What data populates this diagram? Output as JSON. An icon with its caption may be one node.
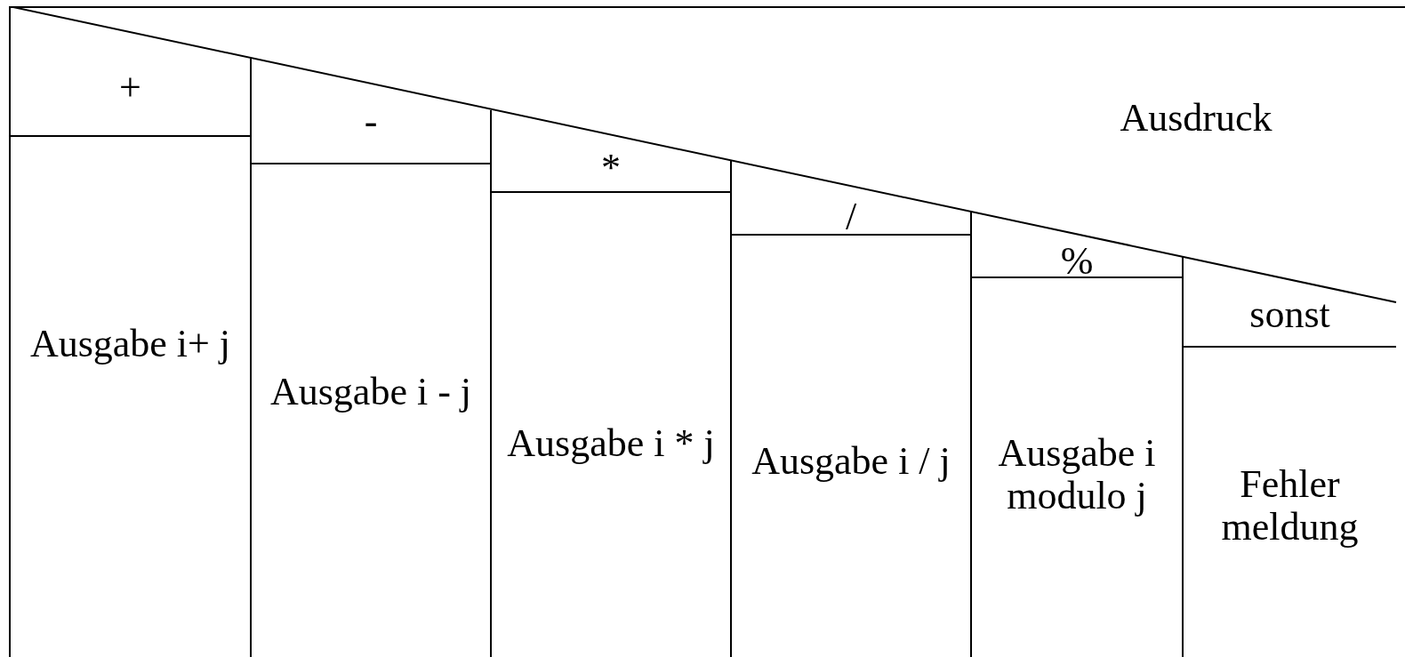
{
  "diagram": {
    "nodes": [
      {
        "text": [
          "Ausdruck"
        ]
      },
      {
        "text": [
          "+",
          "Ausgabe i+ j"
        ],
        "in": 0
      },
      {
        "text": [
          "-",
          "Ausgabe i - j"
        ],
        "in": 0
      },
      {
        "text": [
          "*",
          "Ausgabe i * j"
        ],
        "in": 0
      },
      {
        "text": [
          "/",
          "Ausgabe i / j"
        ],
        "in": 0
      },
      {
        "text": [
          "%",
          "Ausgabe i modulo j"
        ],
        "in": 0
      },
      {
        "text": [
          "sonst",
          "Fehler meldung"
        ],
        "in": 0
      }
    ]
  }
}
